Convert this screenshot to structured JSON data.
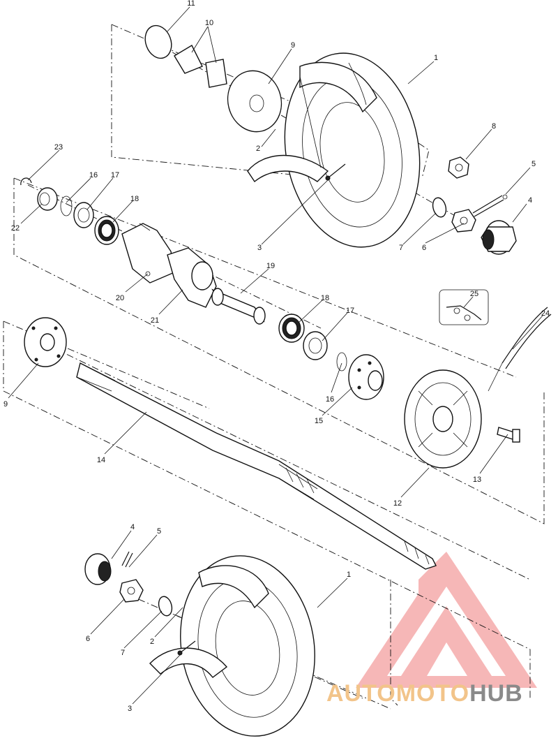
{
  "callouts": [
    "11",
    "10",
    "9",
    "1",
    "8",
    "5",
    "4",
    "6",
    "7",
    "3",
    "2",
    "23",
    "16",
    "17",
    "18",
    "22",
    "20",
    "21",
    "19",
    "18",
    "17",
    "16",
    "15",
    "25",
    "24",
    "9",
    "14",
    "12",
    "13",
    "4",
    "5",
    "6",
    "7",
    "2",
    "3",
    "1"
  ],
  "watermark": {
    "part1": "AUTOMOTO",
    "part2": "HUB",
    "colors": {
      "triangle": "#f08080",
      "text_light": "#f2c48a",
      "text_dark": "#8a8a8a"
    }
  }
}
